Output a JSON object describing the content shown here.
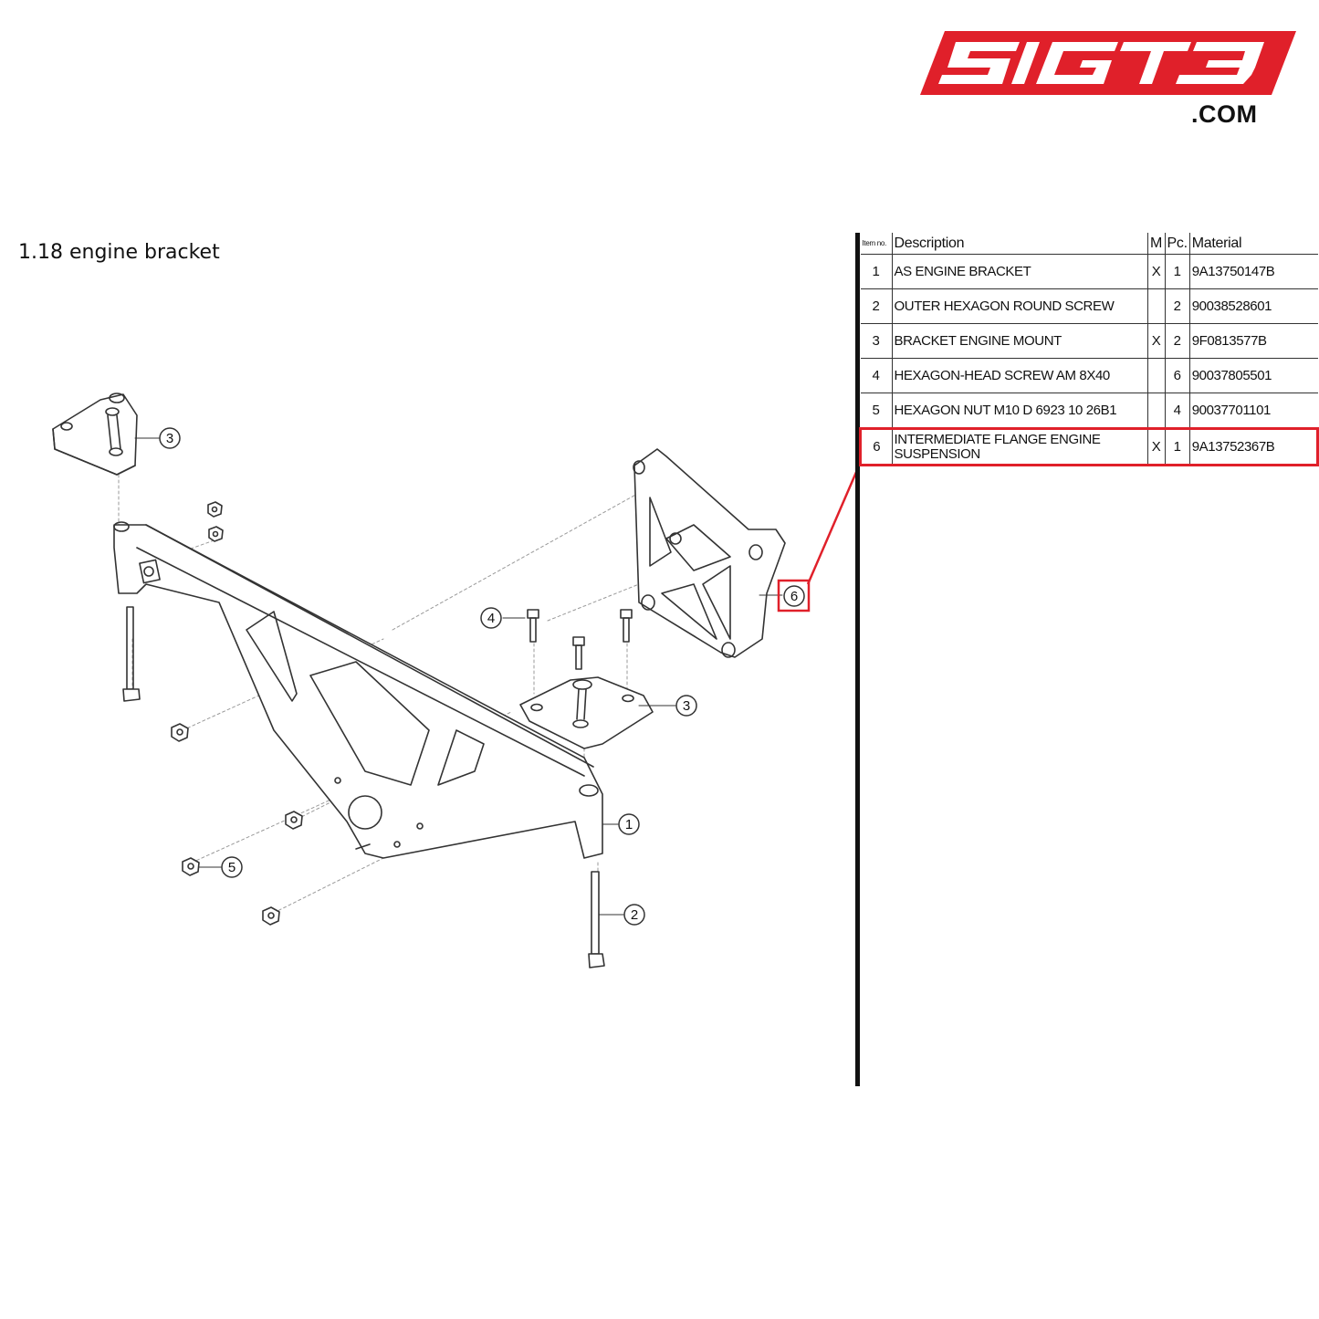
{
  "logo": {
    "brand": "SIGT3",
    "suffix": ".COM",
    "color": "#e0202a"
  },
  "page_title": "1.18  engine bracket",
  "table": {
    "headers": {
      "item": "Item no.",
      "description": "Description",
      "m": "M",
      "pc": "Pc.",
      "material": "Material"
    },
    "rows": [
      {
        "item": "1",
        "description": "AS ENGINE BRACKET",
        "m": "X",
        "pc": "1",
        "material": "9A13750147B"
      },
      {
        "item": "2",
        "description": "OUTER HEXAGON ROUND SCREW",
        "m": "",
        "pc": "2",
        "material": "90038528601"
      },
      {
        "item": "3",
        "description": "BRACKET ENGINE MOUNT",
        "m": "X",
        "pc": "2",
        "material": "9F0813577B"
      },
      {
        "item": "4",
        "description": "HEXAGON-HEAD SCREW AM 8X40",
        "m": "",
        "pc": "6",
        "material": "90037805501"
      },
      {
        "item": "5",
        "description": "HEXAGON NUT M10 D 6923 10 26B1",
        "m": "",
        "pc": "4",
        "material": "90037701101"
      },
      {
        "item": "6",
        "description": "INTERMEDIATE FLANGE ENGINE SUSPENSION",
        "m": "X",
        "pc": "1",
        "material": "9A13752367B"
      }
    ],
    "highlighted_item": "6",
    "highlight_color": "#e0202a"
  },
  "callouts": [
    "1",
    "2",
    "3",
    "3",
    "4",
    "5",
    "6"
  ]
}
